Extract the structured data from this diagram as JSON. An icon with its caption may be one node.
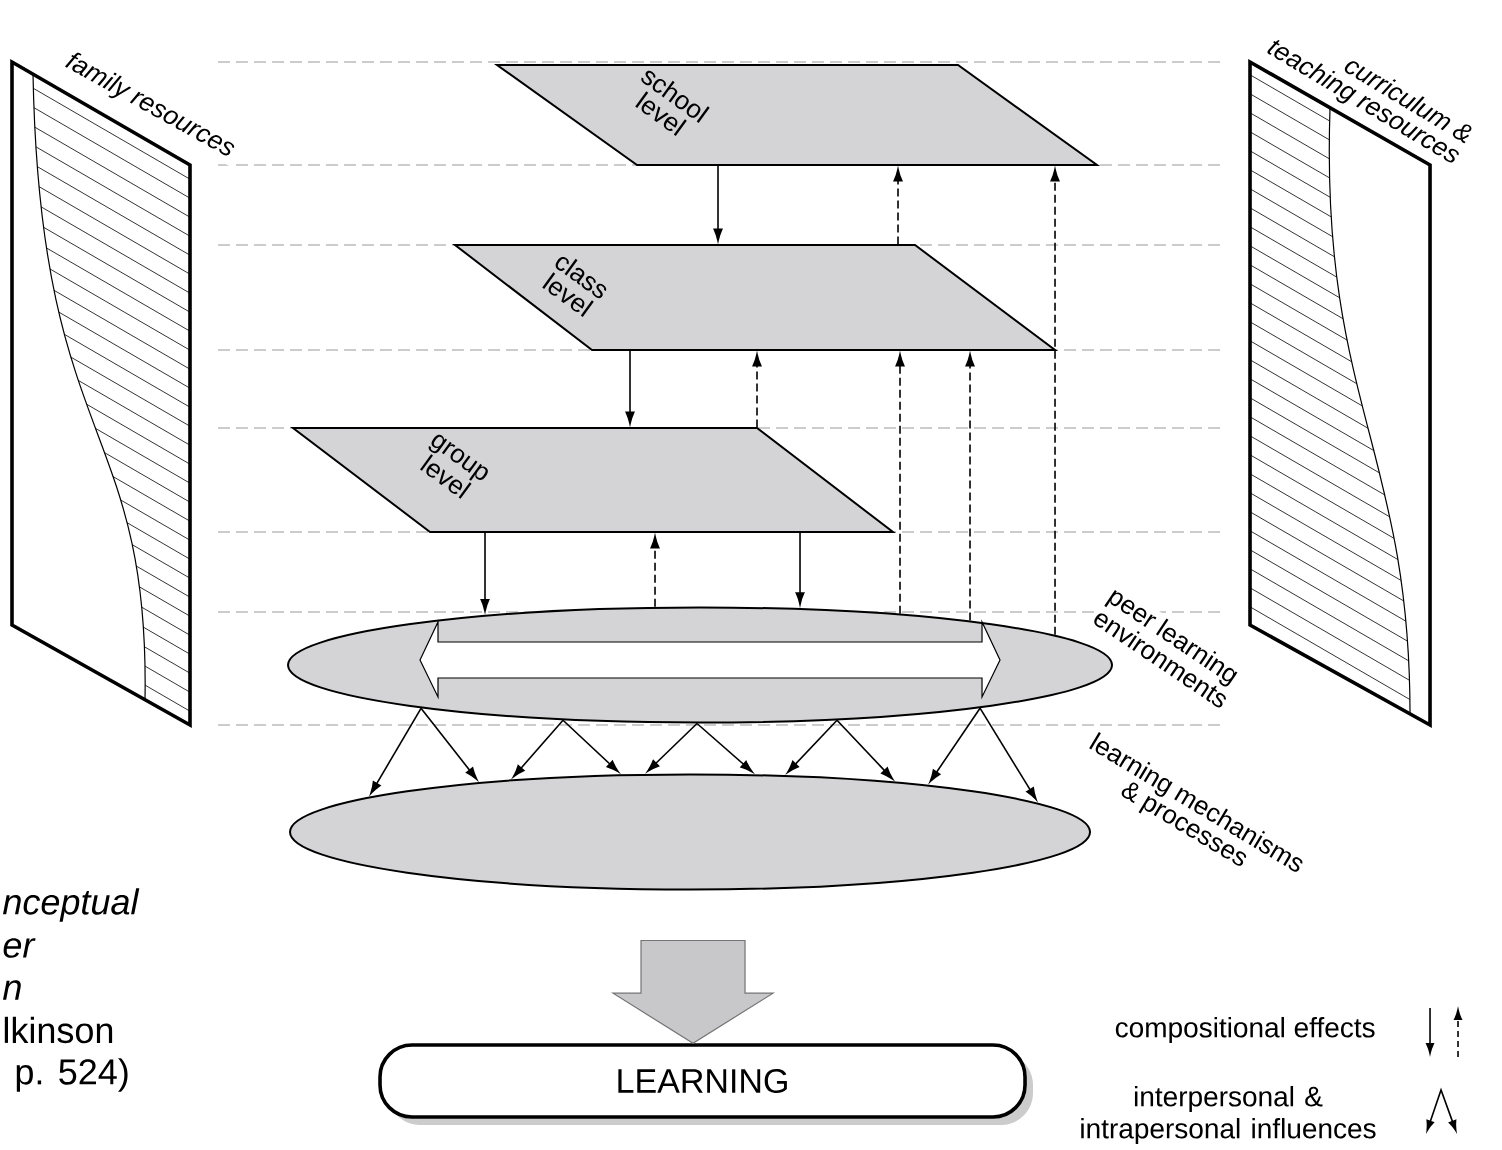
{
  "diagram": {
    "nodes": [
      {
        "text": [
          "family resources"
        ]
      },
      {
        "text": [
          "curriculum & teaching resources"
        ]
      },
      {
        "text": [
          "school level"
        ]
      },
      {
        "text": [
          "class level"
        ]
      },
      {
        "text": [
          "group level"
        ]
      },
      {
        "text": [
          "peer learning environments"
        ]
      },
      {
        "text": [
          "learning mechanisms & processes"
        ]
      },
      {
        "text": [
          "LEARNING"
        ]
      }
    ],
    "edges": [
      {
        "from": 2,
        "to": 3,
        "arrow": "to"
      },
      {
        "from": 3,
        "to": 2,
        "arrow": "to",
        "style": "dashed"
      },
      {
        "from": 5,
        "to": 2,
        "arrow": "to",
        "style": "dashed"
      },
      {
        "from": 3,
        "to": 4,
        "arrow": "to"
      },
      {
        "from": 4,
        "to": 3,
        "arrow": "to",
        "style": "dashed"
      },
      {
        "from": 5,
        "to": 3,
        "arrow": "to",
        "style": "dashed"
      },
      {
        "from": 5,
        "to": 3,
        "arrow": "to",
        "style": "dashed"
      },
      {
        "from": 4,
        "to": 5,
        "arrow": "to"
      },
      {
        "from": 5,
        "to": 4,
        "arrow": "to",
        "style": "dashed"
      },
      {
        "from": 4,
        "to": 5,
        "arrow": "to"
      },
      {
        "from": 5,
        "to": 6,
        "arrow": "to"
      },
      {
        "from": 5,
        "to": 6,
        "arrow": "to"
      },
      {
        "from": 5,
        "to": 6,
        "arrow": "to"
      },
      {
        "from": 5,
        "to": 6,
        "arrow": "to"
      },
      {
        "from": 5,
        "to": 6,
        "arrow": "to"
      },
      {
        "from": 5,
        "to": 6,
        "arrow": "to"
      },
      {
        "from": 5,
        "to": 6,
        "arrow": "to"
      },
      {
        "from": 5,
        "to": 6,
        "arrow": "to"
      },
      {
        "from": 5,
        "to": 6,
        "arrow": "to"
      },
      {
        "from": 5,
        "to": 6,
        "arrow": "to"
      },
      {
        "from": 6,
        "to": 7,
        "arrow": "to",
        "style": "thick",
        "color": "#c8c8ca"
      }
    ],
    "labels": [
      "nceptual",
      "er",
      "n",
      "lkinson",
      "p. 524)"
    ],
    "legend": [
      {
        "text": "compositional effects"
      },
      {
        "text": "interpersonal & intrapersonal influences"
      }
    ]
  }
}
